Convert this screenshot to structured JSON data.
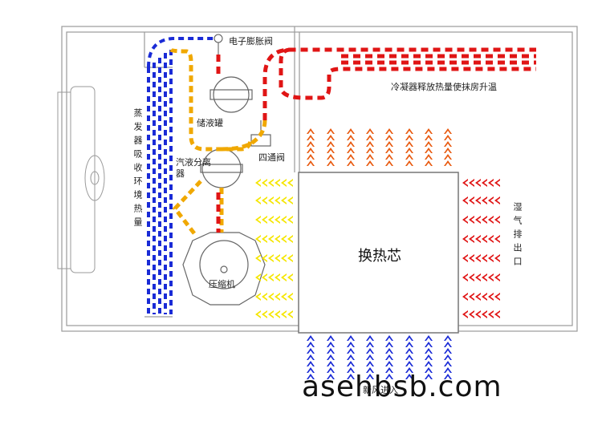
{
  "labels": {
    "expansion_valve": "电子膨胀阀",
    "condenser_text": "冷凝器释放热量使抹房升温",
    "liquid_tank": "储液罐",
    "four_way_valve": "四通阀",
    "separator": "汽液分离器",
    "compressor": "压缩机",
    "evaporator_text": "蒸发器吸收环境热量",
    "heat_core": "换热芯",
    "humid_exhaust": "湿气排出口",
    "fresh_air_in": "新风进入"
  },
  "watermark": "asehbsb.com",
  "colors": {
    "cold_pipe": "#1a2bd6",
    "hot_pipe": "#e01515",
    "mid_pipe": "#f0a800",
    "yellow_arrow": "#f5e600",
    "orange_arrow": "#e85a10",
    "red_arrow": "#e01515",
    "blue_arrow": "#1a2bd6",
    "line": "#9a9a9a"
  }
}
